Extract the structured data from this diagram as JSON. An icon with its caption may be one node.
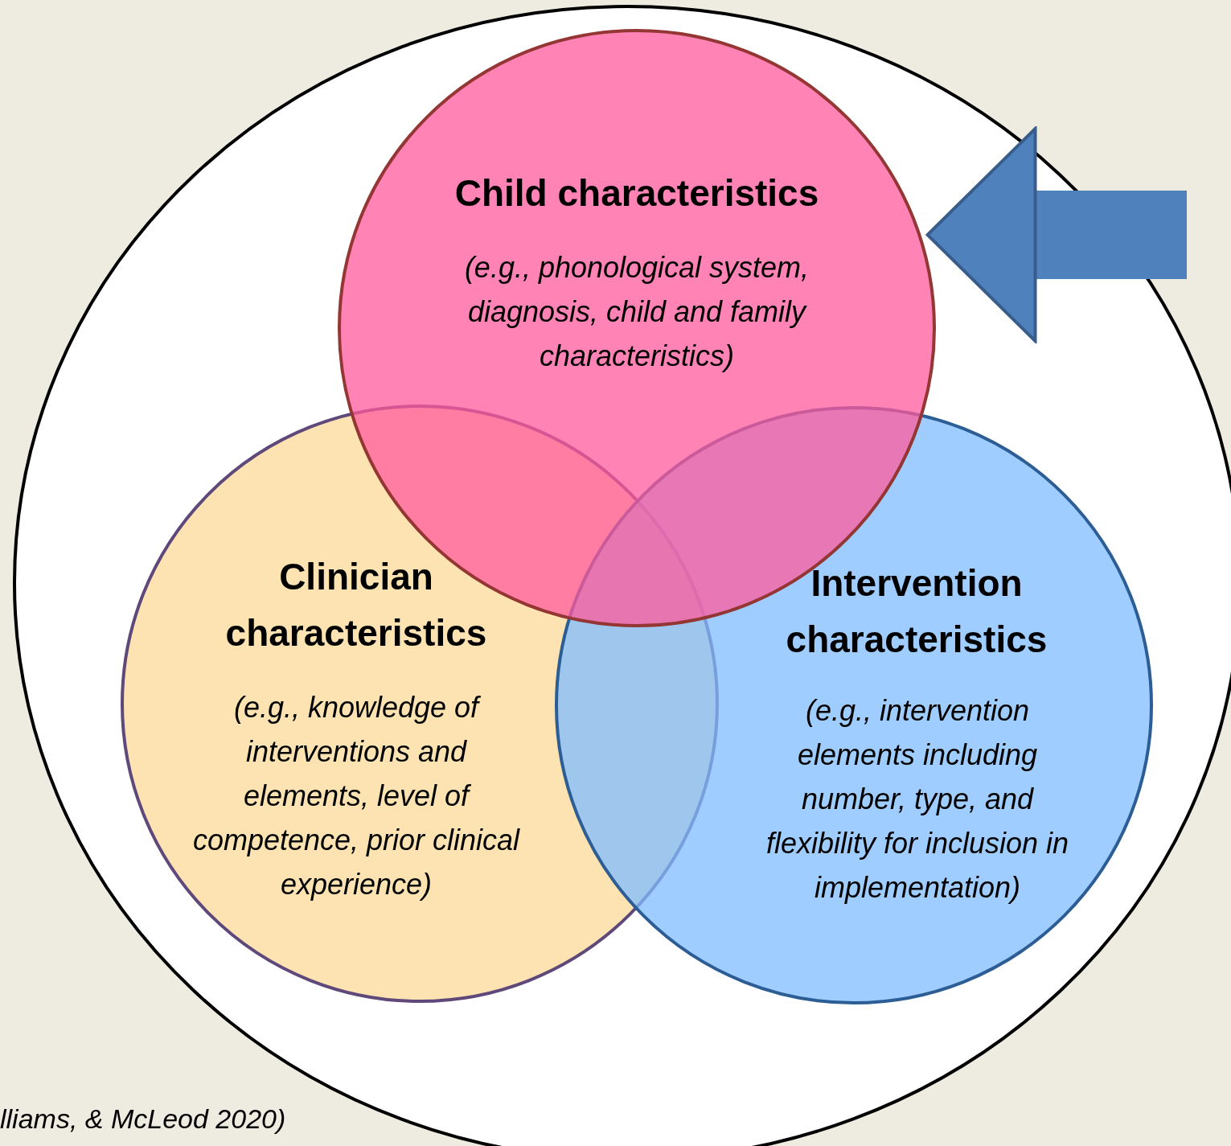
{
  "diagram": {
    "nodes": [
      {
        "text": [],
        "shape": "circle"
      },
      {
        "text": [
          "Child characteristics",
          "(e.g., phonological system, diagnosis, child and family characteristics)"
        ],
        "in": 0
      },
      {
        "text": [
          "Clinician characteristics",
          "(e.g., knowledge of interventions and elements, level of competence, prior clinical experience)"
        ],
        "in": 0
      },
      {
        "text": [
          "Intervention characteristics",
          "(e.g., intervention elements including number, type, and flexibility for inclusion in implementation)"
        ],
        "in": 0
      }
    ],
    "edges": [
      {
        "from": null,
        "to": 1,
        "arrow": "to"
      }
    ],
    "labels": [
      "lliams, & McLeod 2020)"
    ]
  }
}
